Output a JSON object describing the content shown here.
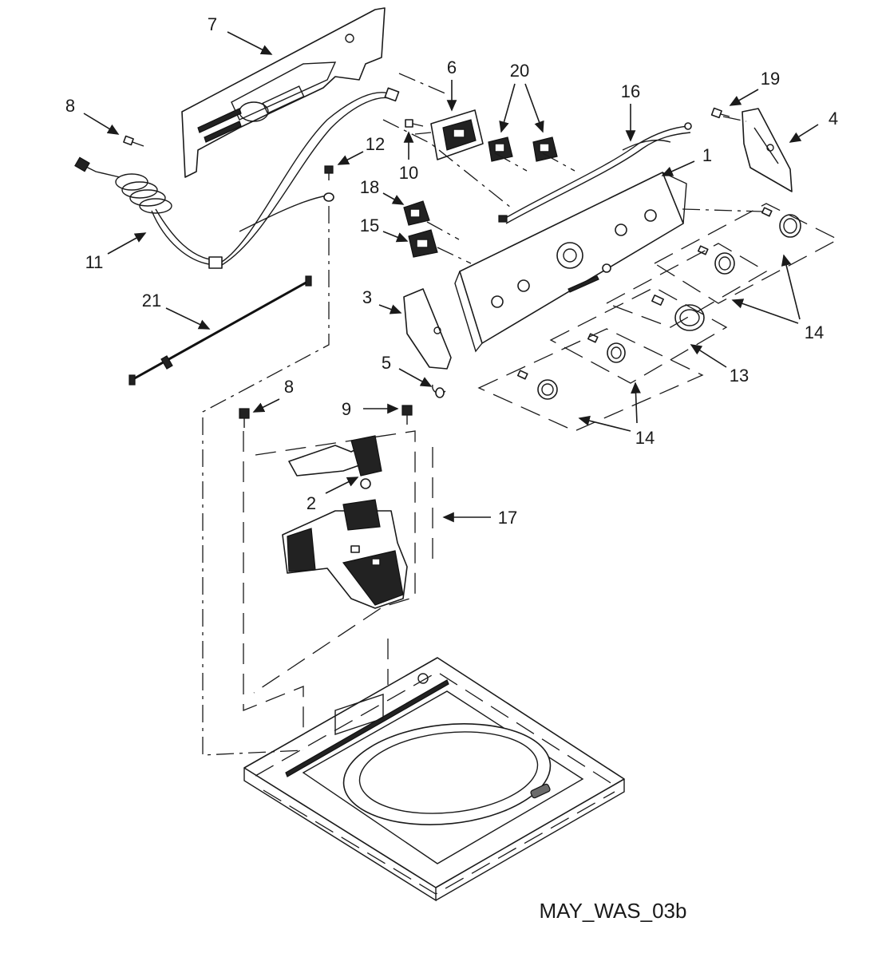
{
  "diagram": {
    "drawing_code": "MAY_WAS_03b",
    "callouts": [
      {
        "id": "c7",
        "label": "7"
      },
      {
        "id": "c6",
        "label": "6"
      },
      {
        "id": "c20",
        "label": "20"
      },
      {
        "id": "c16",
        "label": "16"
      },
      {
        "id": "c19",
        "label": "19"
      },
      {
        "id": "c4",
        "label": "4"
      },
      {
        "id": "c8a",
        "label": "8"
      },
      {
        "id": "c12",
        "label": "12"
      },
      {
        "id": "c10",
        "label": "10"
      },
      {
        "id": "c1",
        "label": "1"
      },
      {
        "id": "c18",
        "label": "18"
      },
      {
        "id": "c15",
        "label": "15"
      },
      {
        "id": "c11",
        "label": "11"
      },
      {
        "id": "c21",
        "label": "21"
      },
      {
        "id": "c3",
        "label": "3"
      },
      {
        "id": "c5",
        "label": "5"
      },
      {
        "id": "c14a",
        "label": "14"
      },
      {
        "id": "c13",
        "label": "13"
      },
      {
        "id": "c14b",
        "label": "14"
      },
      {
        "id": "c8b",
        "label": "8"
      },
      {
        "id": "c9",
        "label": "9"
      },
      {
        "id": "c2",
        "label": "2"
      },
      {
        "id": "c17",
        "label": "17"
      }
    ]
  }
}
